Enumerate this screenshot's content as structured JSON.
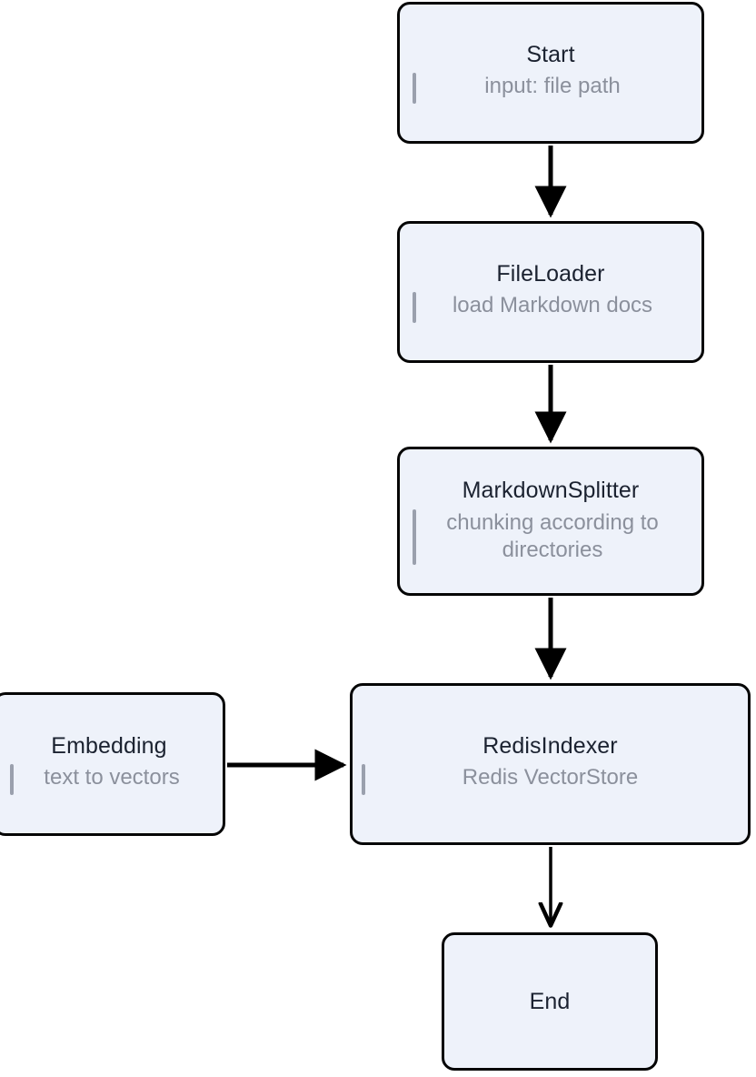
{
  "diagram": {
    "type": "flowchart",
    "direction": "top-to-bottom",
    "background_color": "#ffffff",
    "node_fill_color": "#eef2fa",
    "node_border_color": "#050505",
    "title_color": "#1b2230",
    "subtitle_color": "#8b909c",
    "accent_bar_color": "#9aa0ad",
    "edge_color": "#000000",
    "nodes": [
      {
        "id": "start",
        "title": "Start",
        "subtitle": "input: file path"
      },
      {
        "id": "fileloader",
        "title": "FileLoader",
        "subtitle": "load Markdown docs"
      },
      {
        "id": "splitter",
        "title": "MarkdownSplitter",
        "subtitle": "chunking according to directories"
      },
      {
        "id": "redis",
        "title": "RedisIndexer",
        "subtitle": "Redis VectorStore"
      },
      {
        "id": "embedding",
        "title": "Embedding",
        "subtitle": "text to vectors"
      },
      {
        "id": "end",
        "title": "End",
        "subtitle": ""
      }
    ],
    "edges": [
      {
        "id": "e1",
        "from": "start",
        "to": "fileloader",
        "orientation": "vertical",
        "arrowhead": "filled-triangle"
      },
      {
        "id": "e2",
        "from": "fileloader",
        "to": "splitter",
        "orientation": "vertical",
        "arrowhead": "filled-triangle"
      },
      {
        "id": "e3",
        "from": "splitter",
        "to": "redis",
        "orientation": "vertical",
        "arrowhead": "filled-triangle"
      },
      {
        "id": "e4",
        "from": "embedding",
        "to": "redis",
        "orientation": "horizontal",
        "arrowhead": "filled-triangle"
      },
      {
        "id": "e5",
        "from": "redis",
        "to": "end",
        "orientation": "vertical",
        "arrowhead": "open-v"
      }
    ]
  }
}
